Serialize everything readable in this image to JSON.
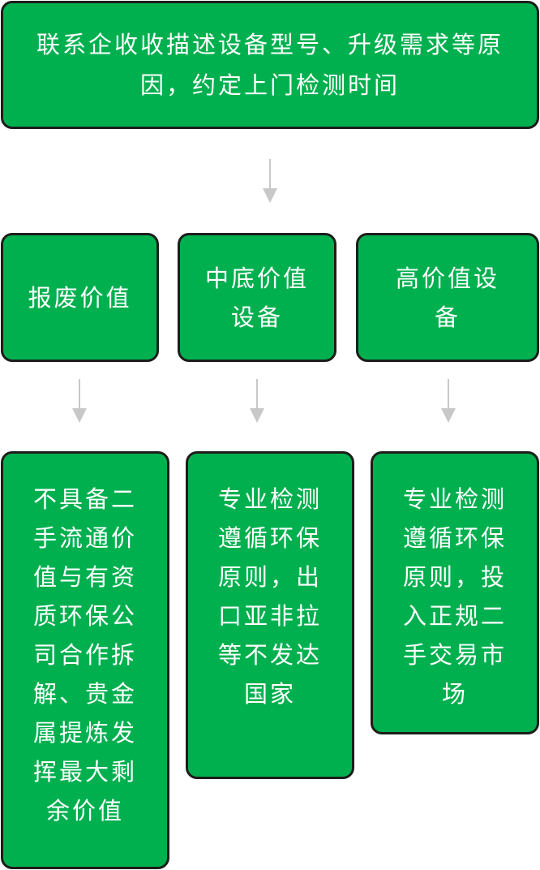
{
  "top": {
    "text": "联系企收收描述设备型号、升级需求等原因，约定上门检测时间"
  },
  "categories": [
    {
      "label": "报废价值",
      "outcome": "不具备二手流通价值与有资质环保公司合作拆解、贵金属提炼发挥最大剩余价值"
    },
    {
      "label": "中底价值设备",
      "outcome": "专业检测遵循环保原则，出口亚非拉等不发达国家"
    },
    {
      "label": "高价值设备",
      "outcome": "专业检测遵循环保原则，投入正规二手交易市场"
    }
  ],
  "colors": {
    "box_fill": "#00b04f",
    "box_border": "#1d1d1b",
    "text": "#ffffff",
    "arrow": "#c8c8c8"
  }
}
